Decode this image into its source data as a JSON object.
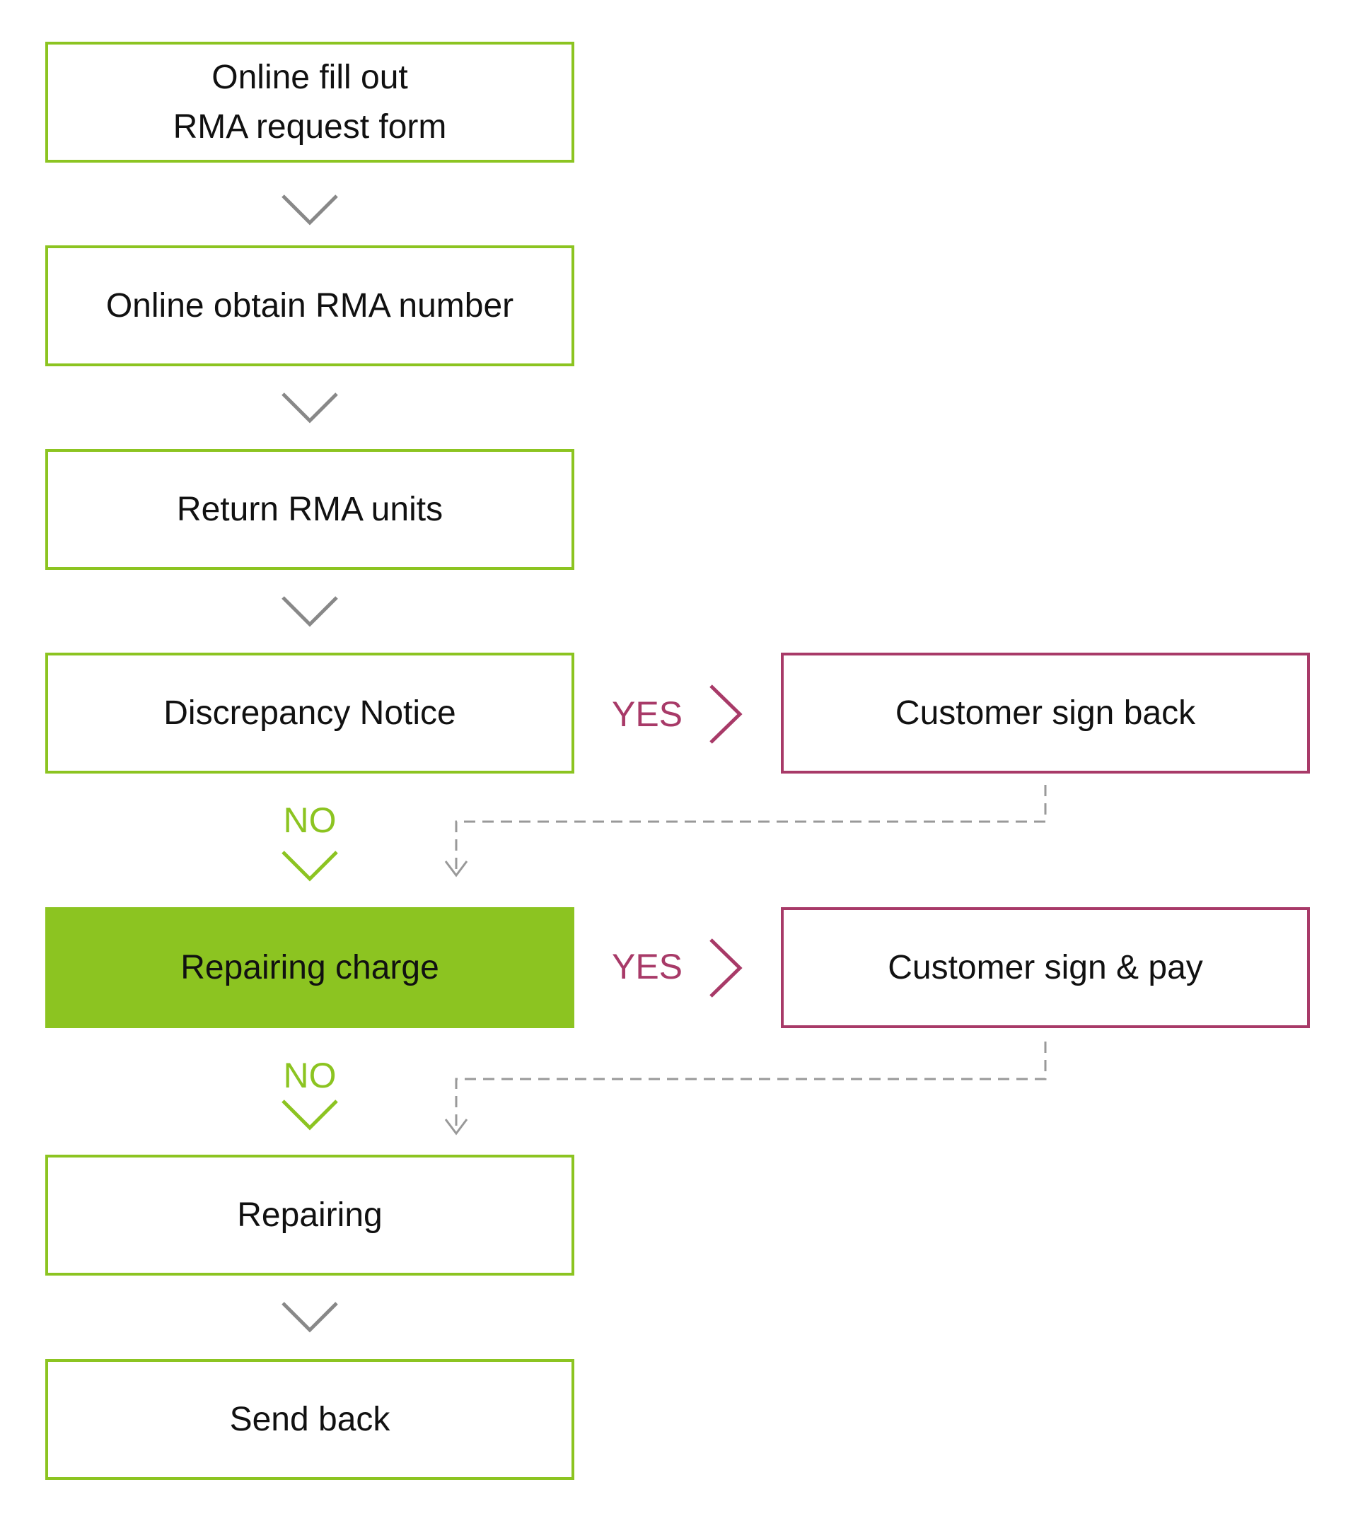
{
  "steps": [
    {
      "lines": [
        "Online fill out",
        "RMA request form"
      ]
    },
    {
      "lines": [
        "Online obtain RMA number"
      ]
    },
    {
      "lines": [
        "Return RMA units"
      ]
    },
    {
      "lines": [
        "Discrepancy Notice"
      ]
    },
    {
      "lines": [
        "Repairing charge"
      ]
    },
    {
      "lines": [
        "Repairing"
      ]
    },
    {
      "lines": [
        "Send back"
      ]
    }
  ],
  "side_steps": [
    {
      "label": "Customer sign back"
    },
    {
      "label": "Customer sign & pay"
    }
  ],
  "branch_labels": {
    "yes_1": "YES",
    "yes_2": "YES",
    "no_1": "NO",
    "no_2": "NO"
  },
  "colors": {
    "green": "#8cc421",
    "purple": "#a83a68",
    "gray": "#888888"
  }
}
